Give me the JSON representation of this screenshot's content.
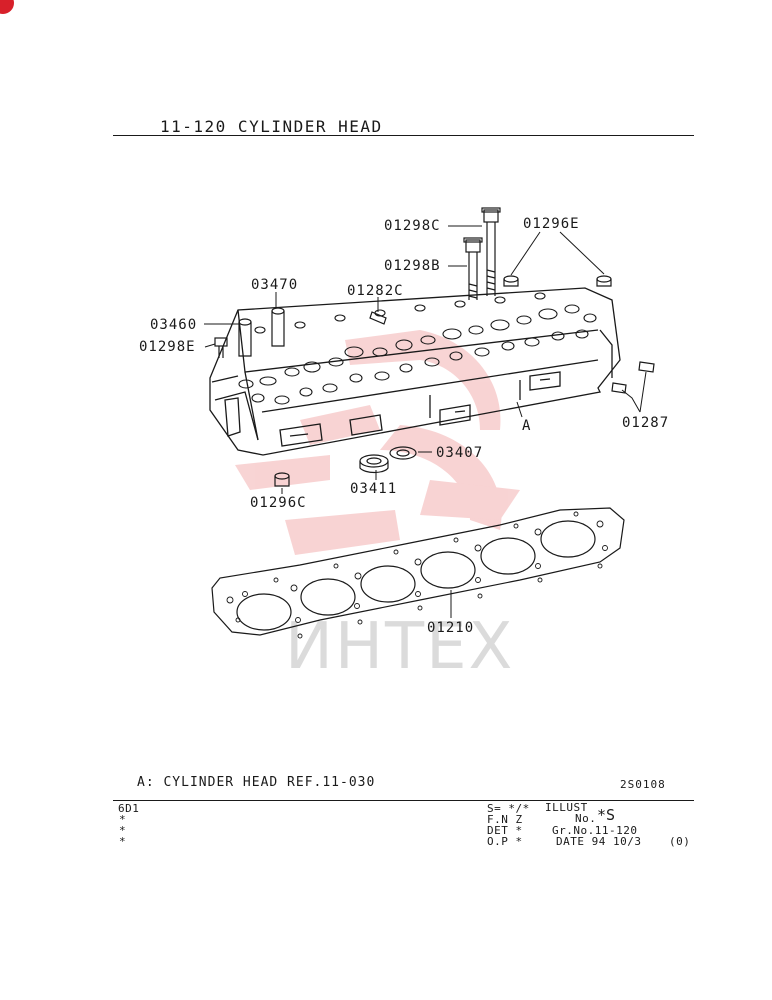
{
  "header": {
    "title": "11-120   CYLINDER HEAD"
  },
  "parts": {
    "p01298C": "01298C",
    "p01296E": "01296E",
    "p01298B": "01298B",
    "p03470": "03470",
    "p01282C": "01282C",
    "p03460": "03460",
    "p01298E": "01298E",
    "p01287": "01287",
    "refA": "A",
    "p03407": "03407",
    "p03411": "03411",
    "p01296C": "01296C",
    "p01210": "01210"
  },
  "watermark": {
    "text": "ИНТЕХ"
  },
  "note": {
    "text": "A: CYLINDER HEAD REF.11-030"
  },
  "illust_id": "2S0108",
  "footer": {
    "model": "6D1",
    "stars": [
      "*",
      "*",
      "*"
    ],
    "s_line": "S= */*",
    "fnz_line": "F.N Z",
    "det_line": "DET *",
    "op_line": "O.P *",
    "illust_label": "ILLUST",
    "no_label": "No.",
    "illust_no": "*S",
    "gr_no": "Gr.No.11-120",
    "date": "DATE 94 10/3",
    "rev": "(0)"
  },
  "colors": {
    "ink": "#1a1a1a",
    "watermark_red": "#e03a3a",
    "badge": "#d8202a"
  }
}
